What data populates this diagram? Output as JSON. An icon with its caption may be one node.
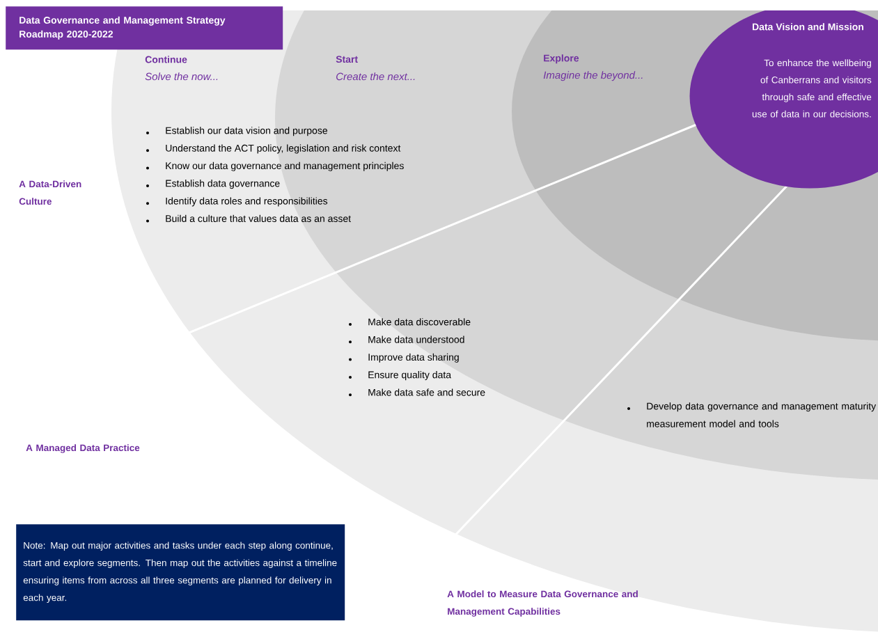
{
  "diagram": {
    "title": "Data Governance and Management Strategy Roadmap 2020-2022",
    "nodes": [
      {
        "text": [
          "Data Vision and Mission",
          "To enhance the wellbeing of Canberrans and visitors through safe and effective use of data in our decisions."
        ]
      },
      {
        "text": [
          "Note: Map out major activities and tasks under each step along continue, start and explore segments. Then map out the activities against a timeline ensuring items from across all three segments are planned for delivery in each year."
        ]
      }
    ],
    "labels": [
      "Continue",
      "Solve the now...",
      "Start",
      "Create the next...",
      "Explore",
      "Imagine the beyond...",
      "Establish our data vision and purpose",
      "Understand the ACT policy, legislation and risk context",
      "Know our data governance and management principles",
      "Establish data governance",
      "Identify data roles and responsibilities",
      "Build a culture that values data as an asset",
      "A Data-Driven Culture",
      "Make data discoverable",
      "Make data understood",
      "Improve data sharing",
      "Ensure quality data",
      "Make data safe and secure",
      "A Managed Data Practice",
      "Develop data governance and management maturity measurement model and tools",
      "A Model to Measure Data Governance and Management Capabilities"
    ]
  }
}
